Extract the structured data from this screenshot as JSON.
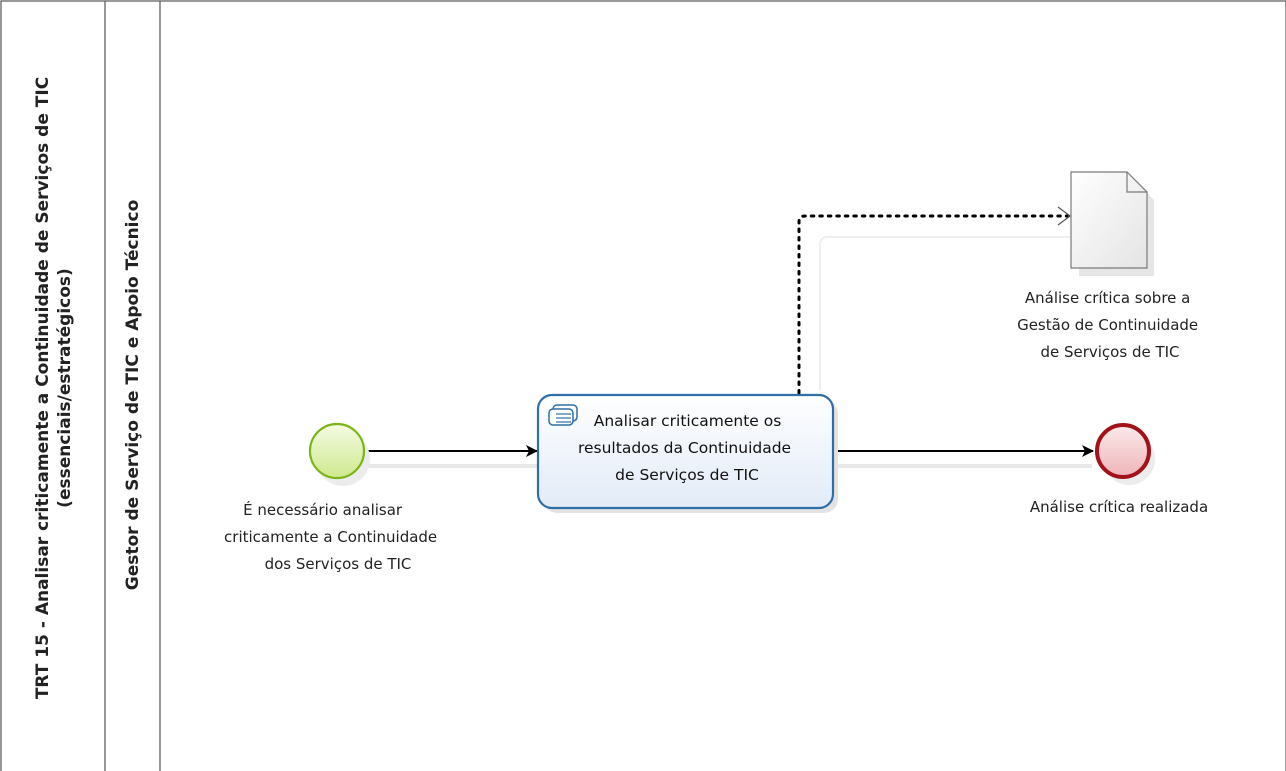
{
  "pool": {
    "title_line1": "TRT 15 - Analisar criticamente  a Continuidade de Serviços de TIC",
    "title_line2": "(essenciais/estratégicos)"
  },
  "lane": {
    "title": "Gestor de Serviço de TIC e Apoio  Técnico"
  },
  "start_event": {
    "label_lines": [
      "É necessário analisar",
      "criticamente a Continuidade",
      "dos Serviços de TIC"
    ],
    "fill": "#d9f0a3",
    "stroke": "#7cb518"
  },
  "task": {
    "label_lines": [
      "Analisar criticamente os",
      "resultados da Continuidade",
      "de Serviços de TIC"
    ],
    "icon": "user-task-icon",
    "fill": "#eaf1fb",
    "stroke": "#2e6fa7"
  },
  "data_object": {
    "label_lines": [
      "Análise crítica sobre a",
      "Gestão de Continuidade",
      "de Serviços de  TIC"
    ],
    "icon": "document-icon"
  },
  "end_event": {
    "label": "Análise crítica realizada",
    "fill": "#f3c9cc",
    "stroke": "#a3121b"
  }
}
